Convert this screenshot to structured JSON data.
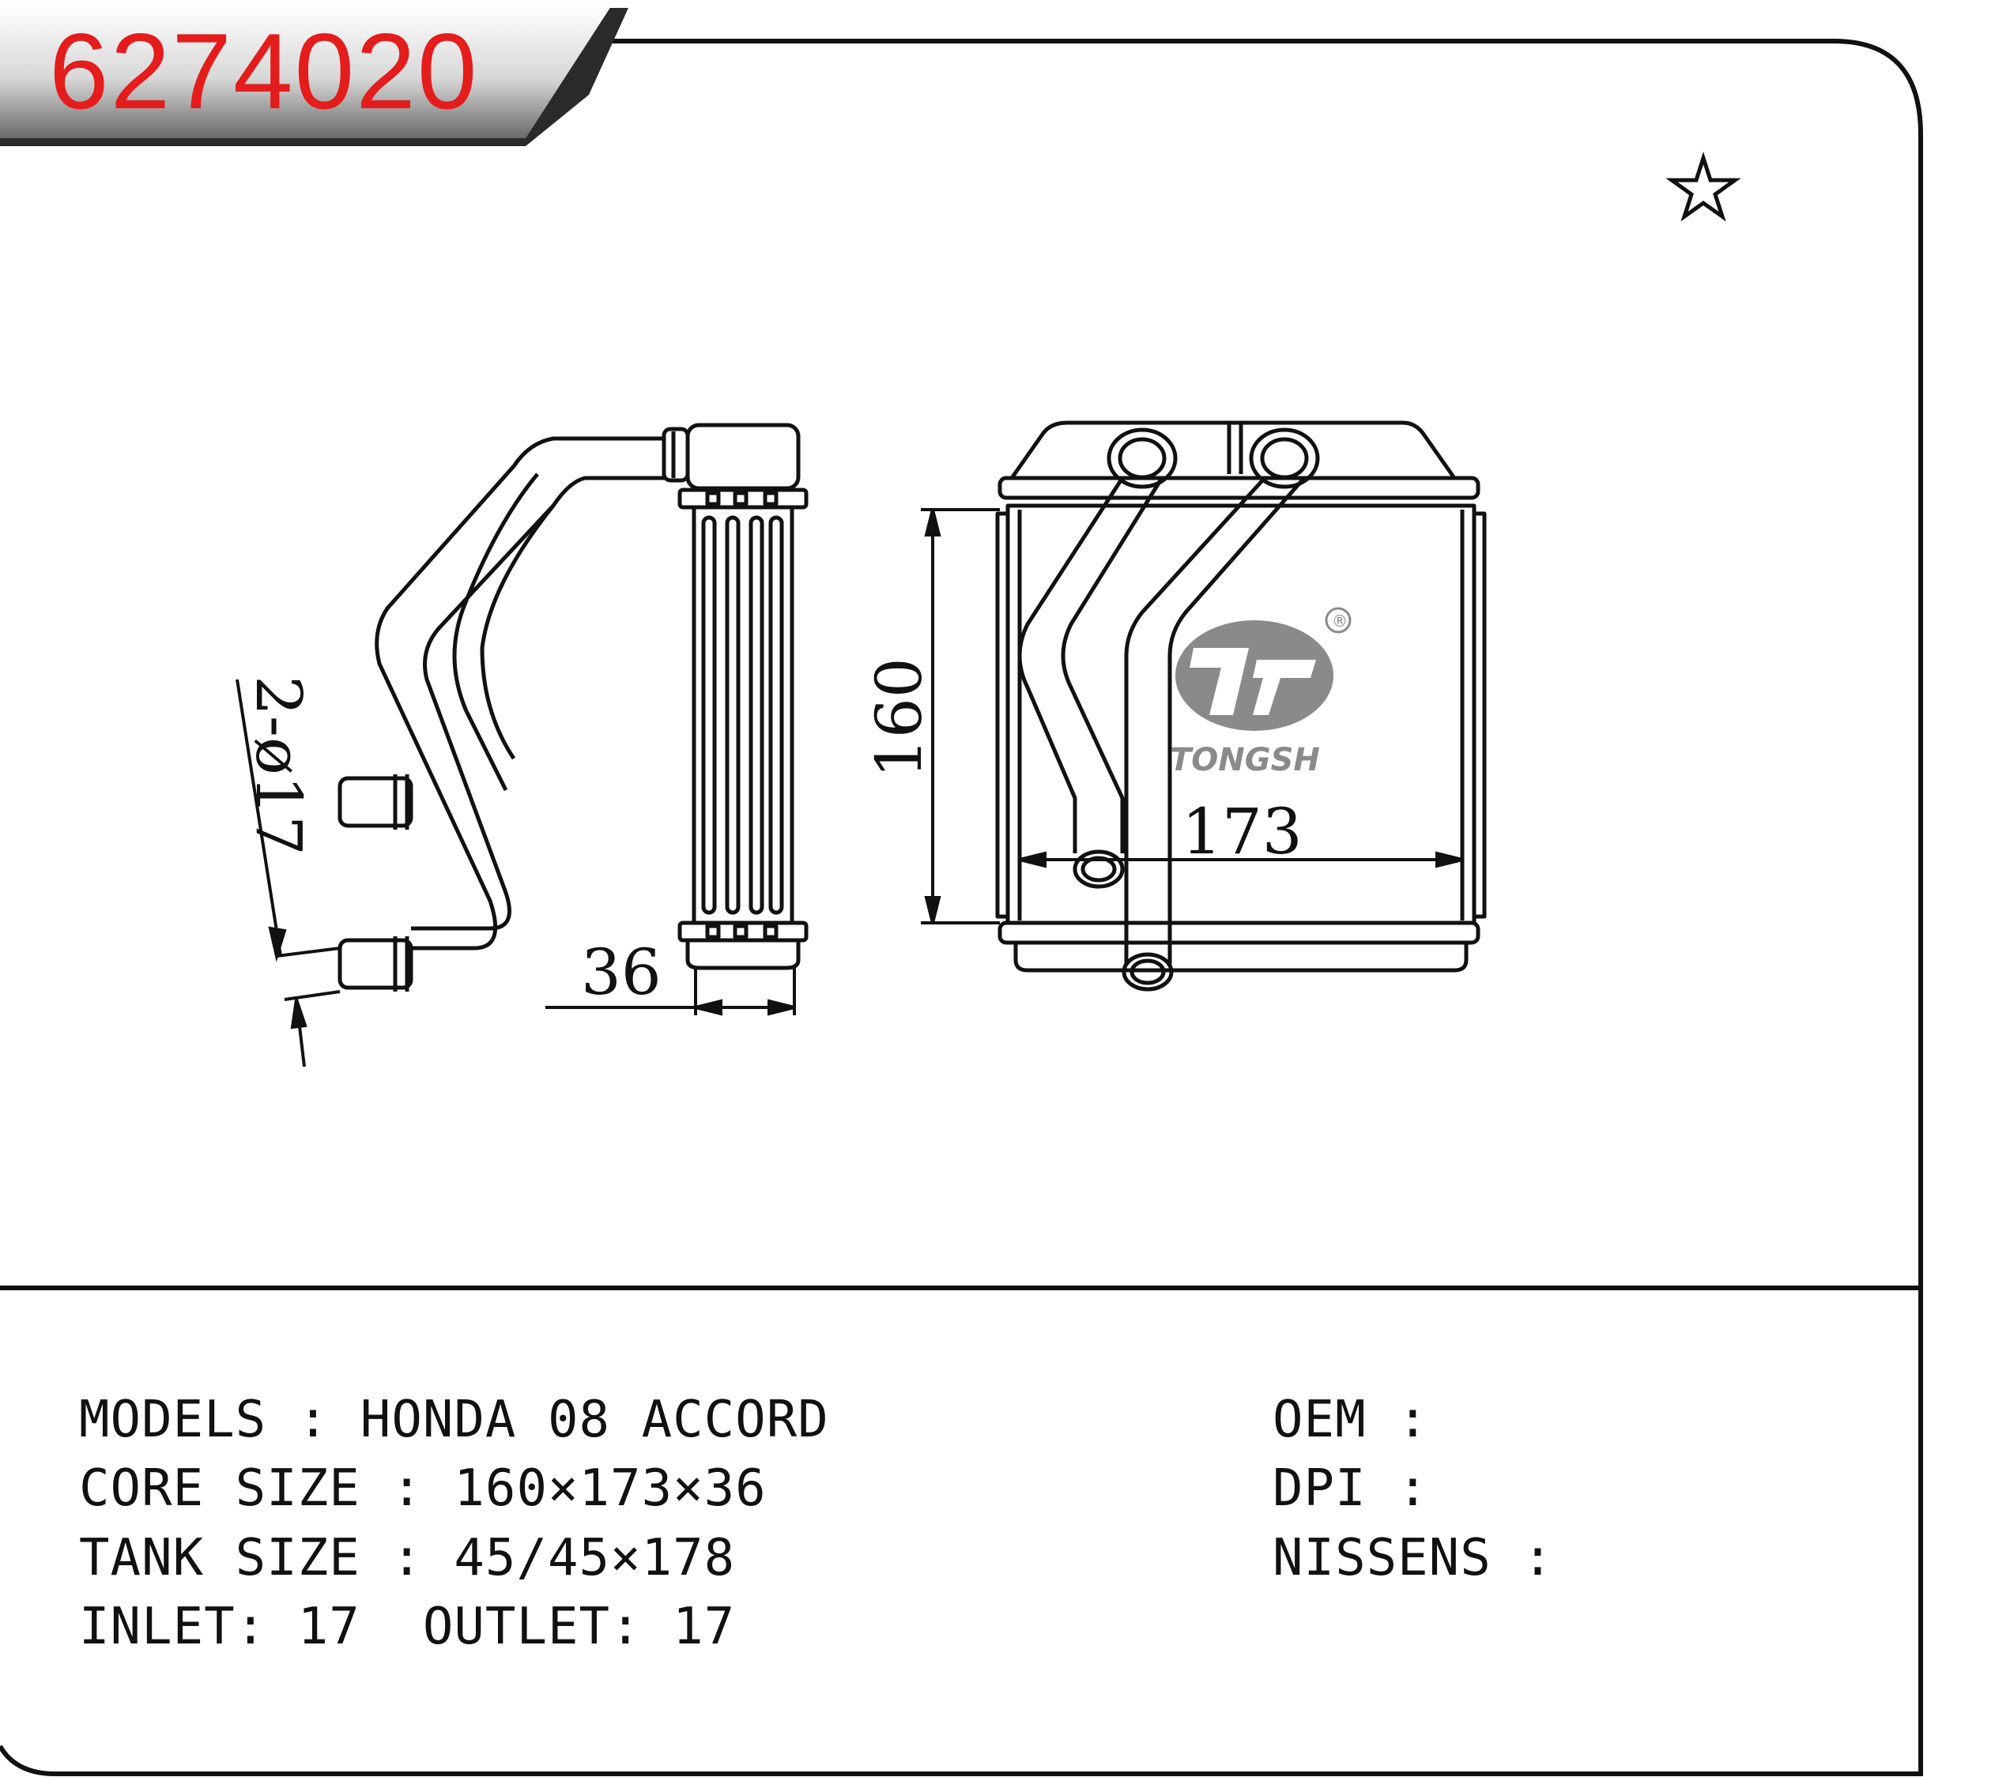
{
  "header": {
    "part_number": "6274020"
  },
  "drawing": {
    "dim_height": "160",
    "dim_width": "173",
    "dim_depth": "36",
    "dim_pipe": "2-ø17",
    "logo_text": "TONGSH",
    "logo_mark": "®",
    "star_icon": "star-outline"
  },
  "specs": {
    "models": "MODELS : HONDA 08 ACCORD",
    "core_size": "CORE SIZE : 160×173×36",
    "tank_size": "TANK SIZE : 45/45×178",
    "inlet_outlet": "INLET: 17  OUTLET: 17",
    "oem": "OEM :",
    "dpi": "DPI :",
    "nissens": "NISSENS :"
  },
  "colors": {
    "part_number": "#e41c1c",
    "banner": "#2a2a2a",
    "logo": "#8a8a8a"
  }
}
